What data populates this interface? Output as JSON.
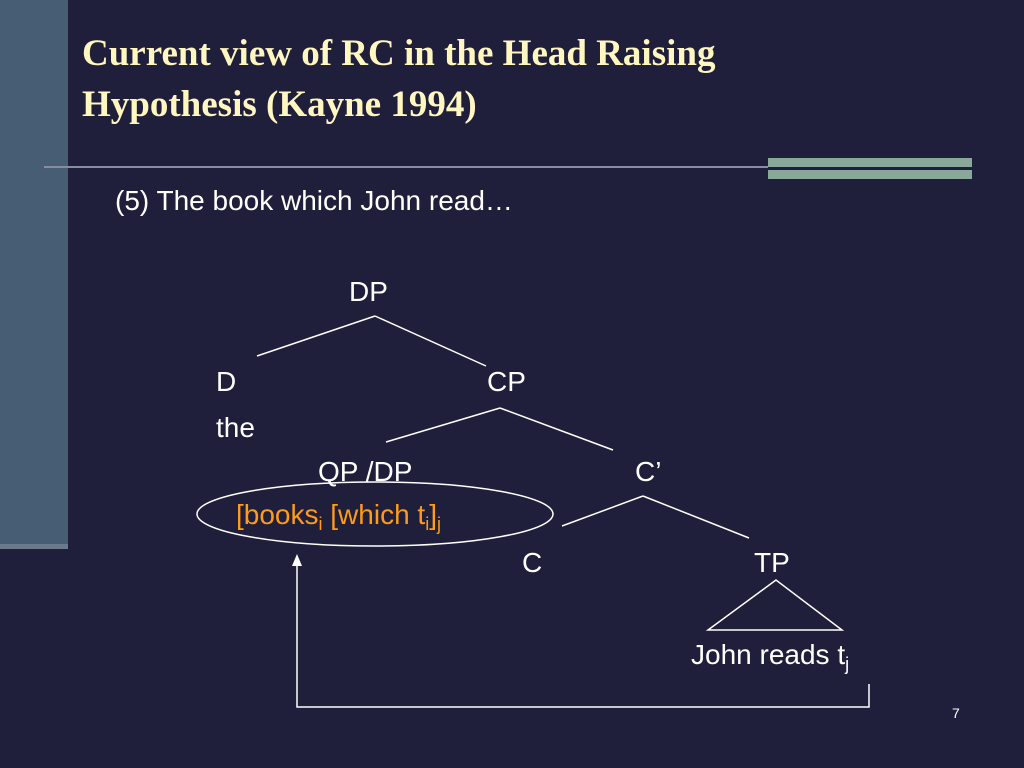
{
  "slide": {
    "title_line1": "Current view of RC in the Head Raising",
    "title_line2": "Hypothesis (Kayne 1994)",
    "example": "(5) The book which John read…",
    "page_number": "7"
  },
  "tree": {
    "dp": "DP",
    "d": "D",
    "the": "the",
    "cp": "CP",
    "qp_dp": "QP /DP",
    "c_bar": "C’",
    "head_books": "[books",
    "head_i1": "i",
    "head_which": " [which t",
    "head_i2": "i",
    "head_close": "]",
    "head_j": "j",
    "c": "C",
    "tp": "TP",
    "tp_content": "John reads t",
    "tp_j": "j"
  },
  "colors": {
    "background": "#1f1f3b",
    "title": "#fff6c0",
    "highlight": "#ff9a1a"
  }
}
